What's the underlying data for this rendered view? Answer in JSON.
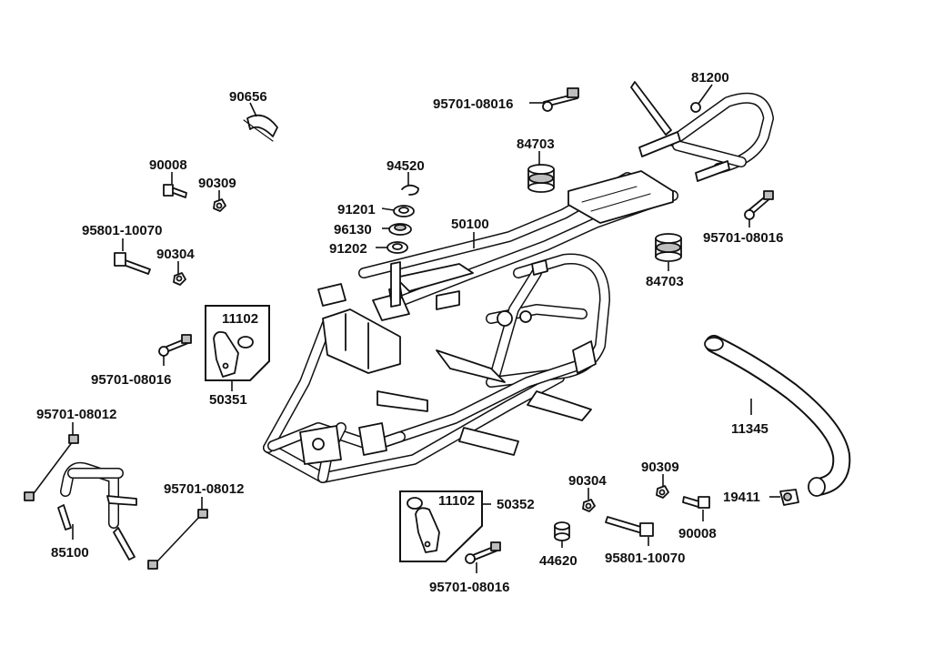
{
  "diagram": {
    "part_labels": {
      "p81200": "81200",
      "p90656": "90656",
      "p95701_08016_top": "95701-08016",
      "p84703_top": "84703",
      "p90008_left": "90008",
      "p90309_left": "90309",
      "p94520": "94520",
      "p91201": "91201",
      "p96130": "96130",
      "p91202": "91202",
      "p50100": "50100",
      "p95801_10070_left": "95801-10070",
      "p90304_left": "90304",
      "p95701_08016_right": "95701-08016",
      "p84703_right": "84703",
      "p11102_left": "11102",
      "p50351": "50351",
      "p95701_08016_left": "95701-08016",
      "p95701_08012_left": "95701-08012",
      "p11345": "11345",
      "p95701_08012_right": "95701-08012",
      "p85100": "85100",
      "p11102_bottom": "11102",
      "p50352": "50352",
      "p90304_bottom": "90304",
      "p90309_bottom": "90309",
      "p19411": "19411",
      "p90008_bottom": "90008",
      "p44620": "44620",
      "p95801_10070_bottom": "95801-10070",
      "p95701_08016_bottom": "95701-08016"
    }
  }
}
